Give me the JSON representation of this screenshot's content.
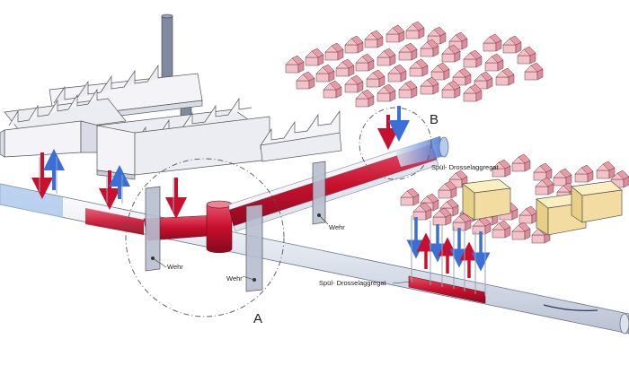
{
  "labels": {
    "a": "A",
    "b": "B",
    "weir_1": "Wehr",
    "weir_2": "Wehr",
    "weir_3": "Wehr",
    "flush_unit_1": "Spül- Drosselaggregat",
    "flush_unit_2": "Spül- Drosselaggregat"
  },
  "colors": {
    "wastewater": "#c8102e",
    "clean": "#3a6fd8",
    "pipe": "#e6eaf2",
    "factory": "#f4f4f8",
    "house_roof": "#e89aa6",
    "warehouse": "#f3dca2"
  }
}
